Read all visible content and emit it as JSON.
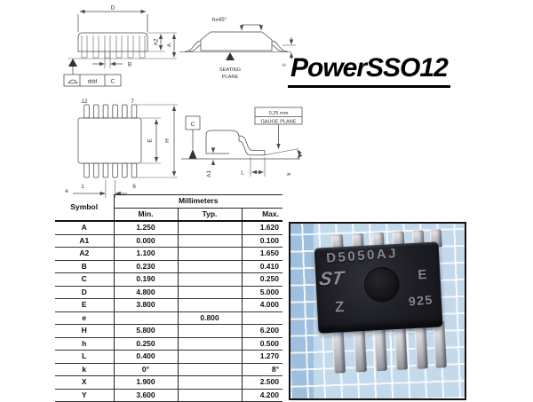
{
  "title": "PowerSSO12",
  "drawings": {
    "side": {
      "d": "D",
      "b": "B",
      "a2": "A2",
      "a": "A",
      "ddd": "ddd",
      "datum": "C"
    },
    "end": {
      "chamfer": "hx45°",
      "seating1": "SEATING",
      "seating2": "PLANE",
      "c": "c"
    },
    "top": {
      "pin12": "12",
      "pin7": "7",
      "pin1": "1",
      "pin6": "6",
      "e_dim": "E",
      "h_dim": "H",
      "pitch": "e"
    },
    "lead": {
      "datum": "C",
      "gauge_value": "0,25 mm",
      "gauge_label": "GAUGE PLANE",
      "a1": "A1",
      "l": "L",
      "k": "k"
    }
  },
  "table": {
    "symbol_header": "Symbol",
    "group_header": "Millimeters",
    "columns": [
      "Min.",
      "Typ.",
      "Max."
    ],
    "rows": [
      {
        "symbol": "A",
        "min": "1.250",
        "typ": "",
        "max": "1.620"
      },
      {
        "symbol": "A1",
        "min": "0.000",
        "typ": "",
        "max": "0.100"
      },
      {
        "symbol": "A2",
        "min": "1.100",
        "typ": "",
        "max": "1.650"
      },
      {
        "symbol": "B",
        "min": "0.230",
        "typ": "",
        "max": "0.410"
      },
      {
        "symbol": "C",
        "min": "0.190",
        "typ": "",
        "max": "0.250"
      },
      {
        "symbol": "D",
        "min": "4.800",
        "typ": "",
        "max": "5.000"
      },
      {
        "symbol": "E",
        "min": "3.800",
        "typ": "",
        "max": "4.000"
      },
      {
        "symbol": "e",
        "min": "",
        "typ": "0.800",
        "max": ""
      },
      {
        "symbol": "H",
        "min": "5.800",
        "typ": "",
        "max": "6.200"
      },
      {
        "symbol": "h",
        "min": "0.250",
        "typ": "",
        "max": "0.500"
      },
      {
        "symbol": "L",
        "min": "0.400",
        "typ": "",
        "max": "1.270"
      },
      {
        "symbol": "k",
        "min": "0°",
        "typ": "",
        "max": "8°"
      },
      {
        "symbol": "X",
        "min": "1.900",
        "typ": "",
        "max": "2.500"
      },
      {
        "symbol": "Y",
        "min": "3.600",
        "typ": "",
        "max": "4.200"
      }
    ]
  },
  "photo": {
    "marking_top": "D5050AJ",
    "logo": "ST",
    "marking_e": "E",
    "marking_z": "Z",
    "date_code": "925"
  },
  "colors": {
    "grid_blue": "#c3d9ec",
    "chip_body": "#1d1d24",
    "lead_silver": "#c2c2c9",
    "marking_gray": "#85858e",
    "line_gray": "#4a4a4a"
  }
}
